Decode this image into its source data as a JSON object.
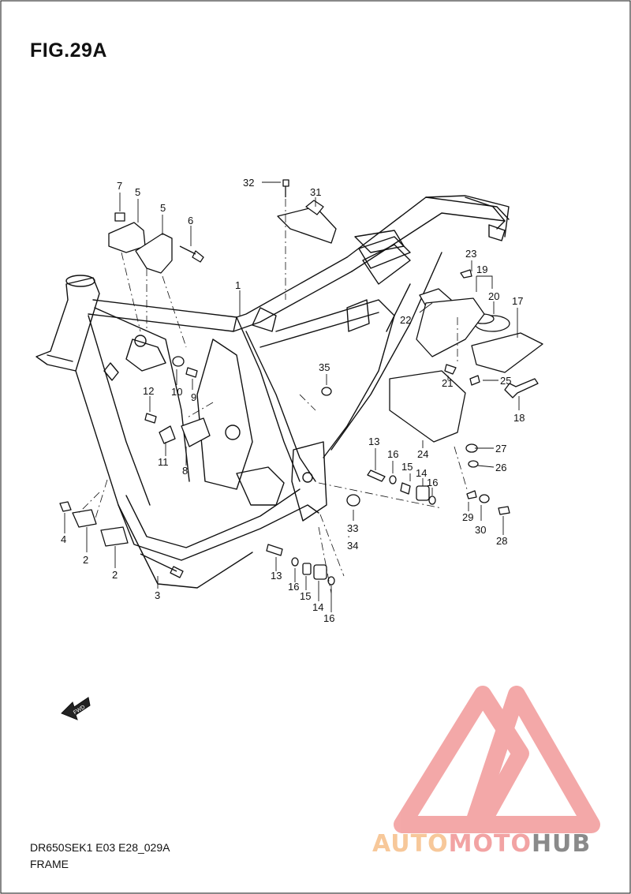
{
  "figure_title": "FIG.29A",
  "footer": {
    "model_code": "DR650SEK1 E03 E28_029A",
    "section_name": "FRAME"
  },
  "fwd_label": "FWD",
  "callouts": {
    "c1": "1",
    "c2a": "2",
    "c2b": "2",
    "c3": "3",
    "c4": "4",
    "c5a": "5",
    "c5b": "5",
    "c6": "6",
    "c7": "7",
    "c8": "8",
    "c9": "9",
    "c10": "10",
    "c11": "11",
    "c12": "12",
    "c13a": "13",
    "c13b": "13",
    "c14a": "14",
    "c14b": "14",
    "c15a": "15",
    "c15b": "15",
    "c16a": "16",
    "c16b": "16",
    "c16c": "16",
    "c16d": "16",
    "c17": "17",
    "c18": "18",
    "c19": "19",
    "c20": "20",
    "c21": "21",
    "c22": "22",
    "c23": "23",
    "c24": "24",
    "c25": "25",
    "c26": "26",
    "c27": "27",
    "c28": "28",
    "c29": "29",
    "c30": "30",
    "c31": "31",
    "c32": "32",
    "c33": "33",
    "c34": "34",
    "c35": "35"
  },
  "watermark": {
    "part1": "AUTO",
    "part2": "MOTO",
    "part3": "HUB",
    "colors": {
      "auto": "#f7c89a",
      "moto": "#f2a3a3",
      "hub": "#8a8a8a",
      "logo": "#f08c8c"
    }
  }
}
